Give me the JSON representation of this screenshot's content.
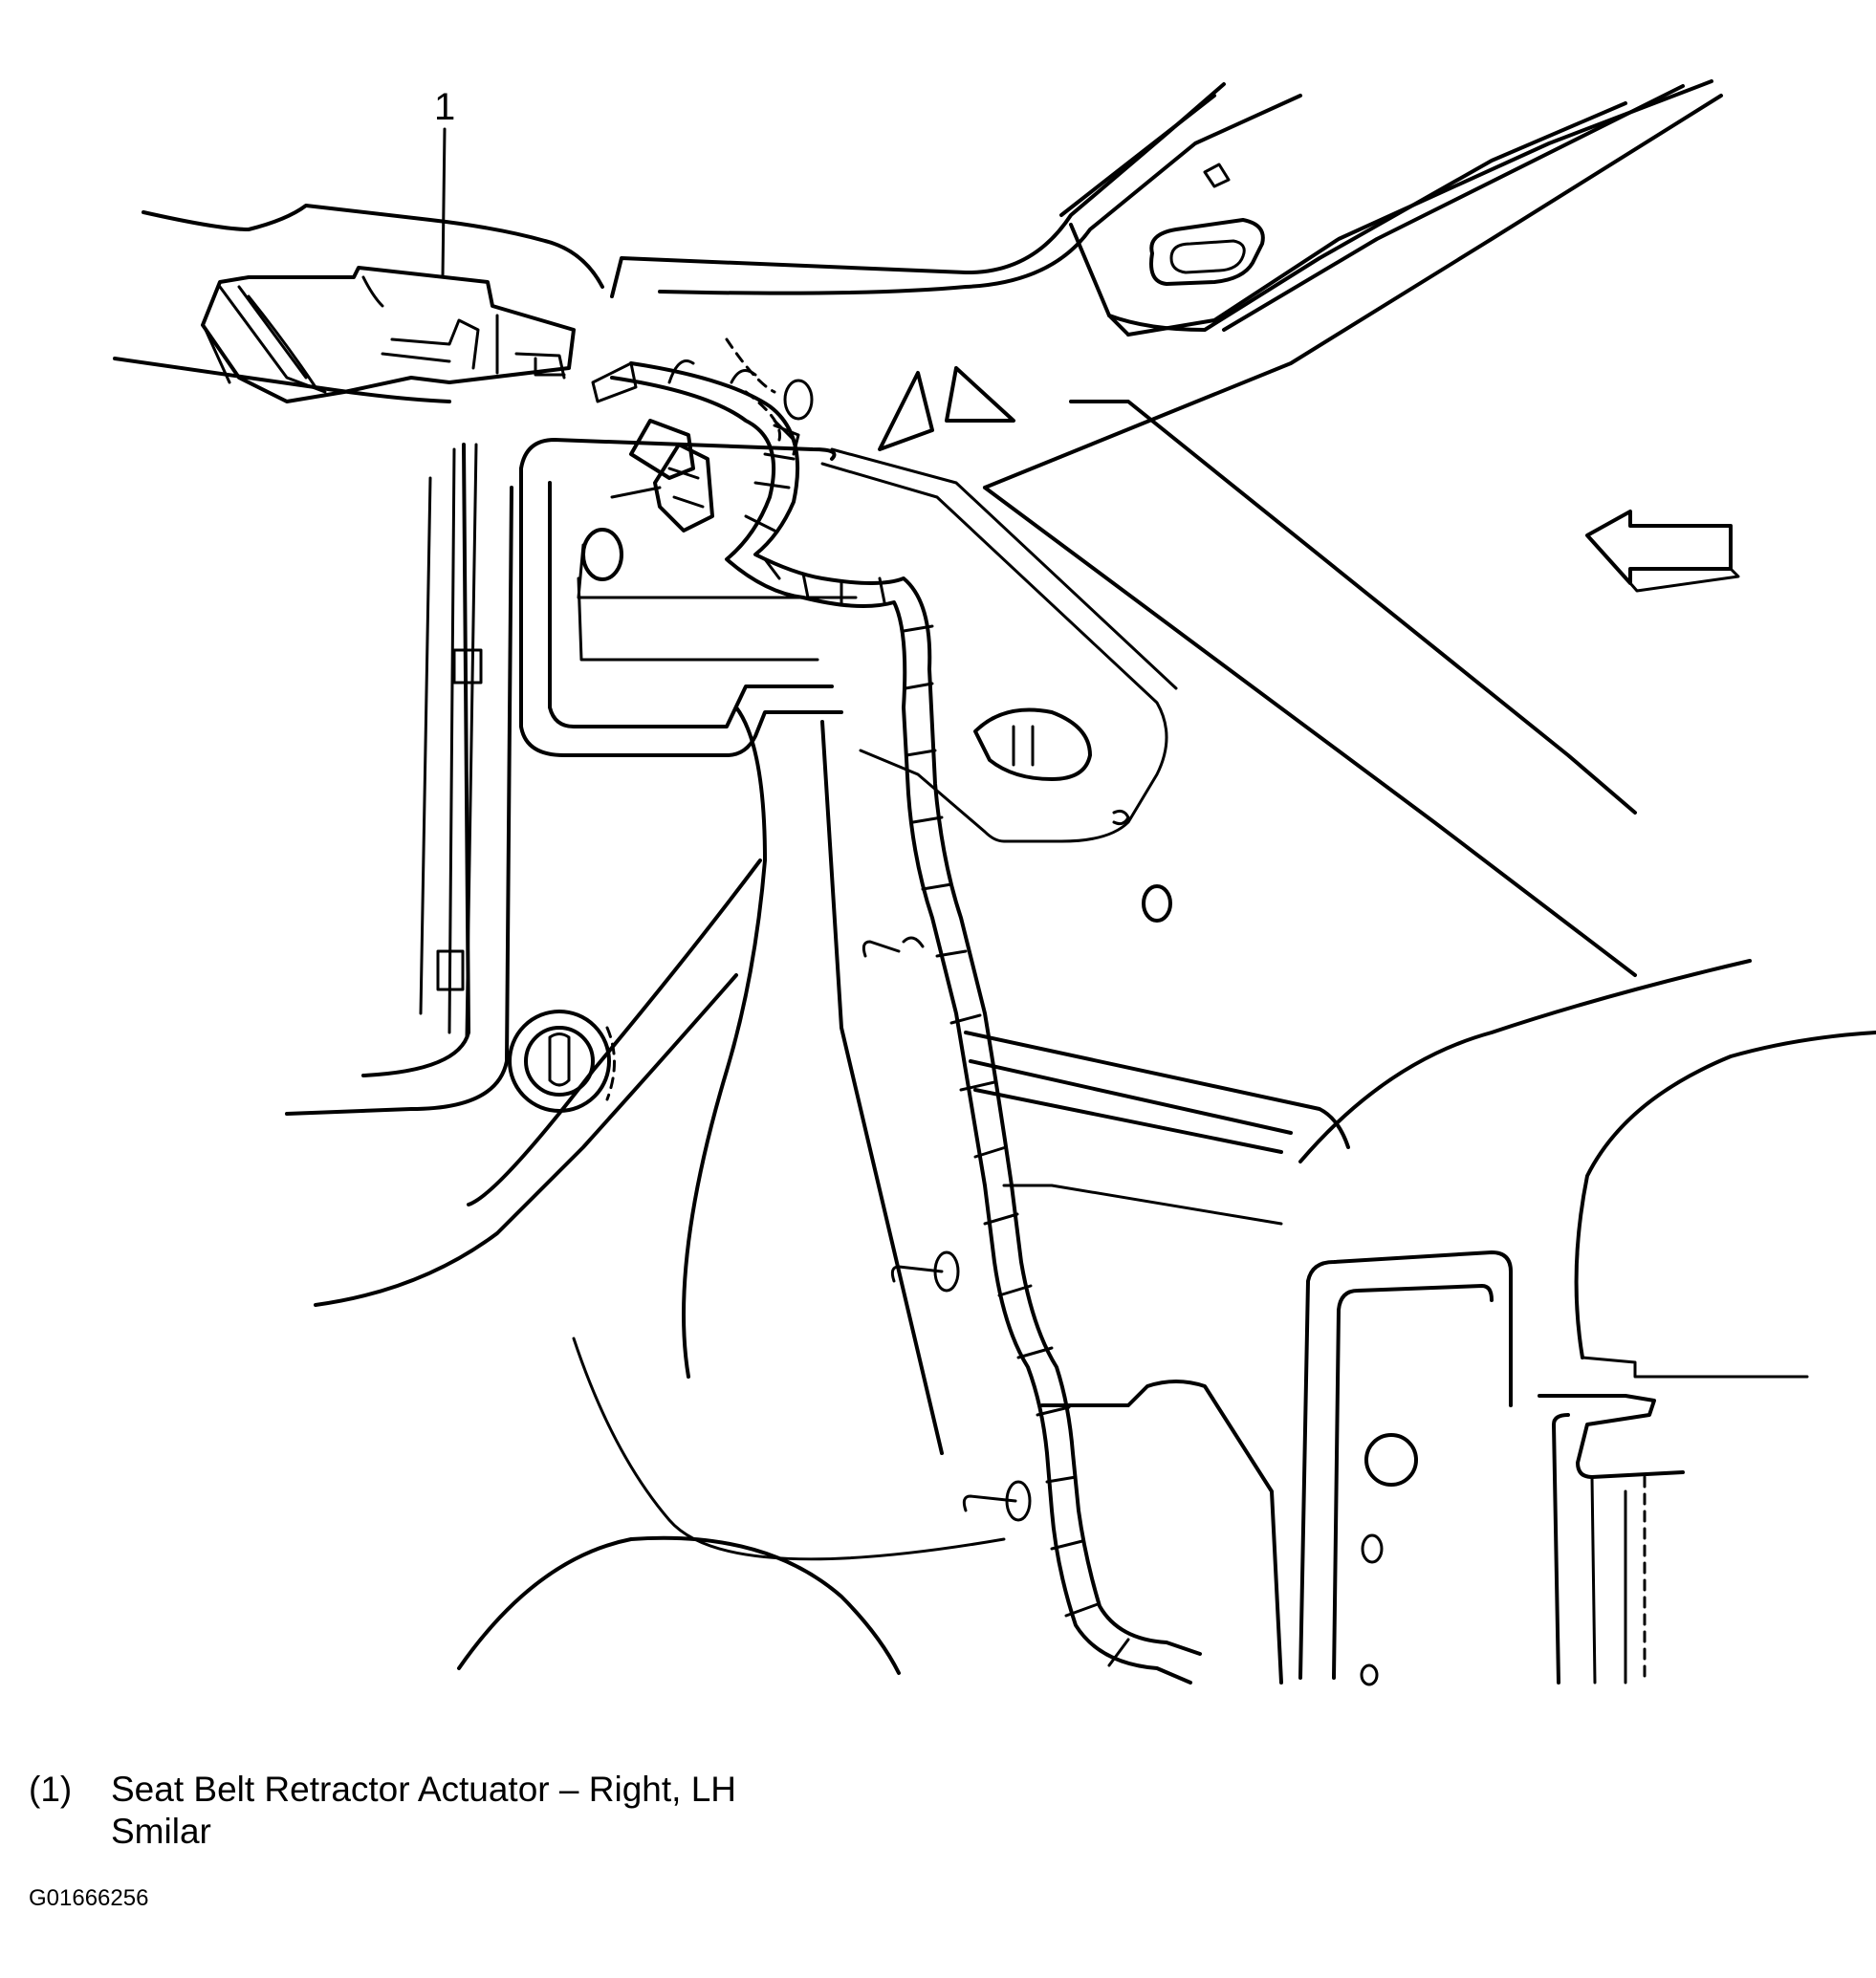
{
  "diagram": {
    "callouts": [
      {
        "number": "1",
        "text": "Seat Belt Retractor Actuator – Right, LH Smilar"
      }
    ],
    "legend": [
      {
        "number": "(1)",
        "text": "Seat Belt Retractor Actuator – Right, LH Smilar"
      }
    ],
    "figure_id": "G01666256"
  }
}
